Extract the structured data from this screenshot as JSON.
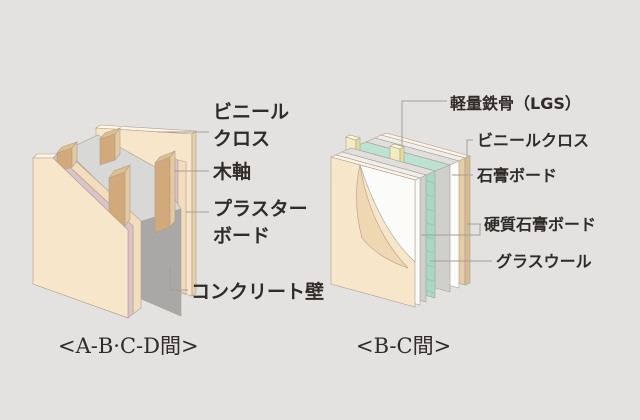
{
  "colors": {
    "background": "#e3e2e0",
    "cream": "#f8e6cb",
    "cream_band": "#f3ddbd",
    "cream_light": "#fdf4e3",
    "cream_dark": "#e9cfa9",
    "pink": "#dcc3c8",
    "wood": "#d2a97b",
    "wood_light": "#e6c99d",
    "wood_top": "#dec08d",
    "gray_board": "#cfcfcd",
    "gray_light": "#e0dfdd",
    "section_gray": "#d8d8d6",
    "concrete": "#a9a8a6",
    "white_board": "#fbfbf9",
    "white_dim": "#efeeec",
    "teal": "#a8d8c4",
    "teal_top": "#bce2d1",
    "teal_dark": "#8ec6ae",
    "lgs": "#f2edc0",
    "lgs_light": "#faf8da",
    "lgs_dark": "#e3dc9e",
    "tan": "#e6cda8",
    "tan_dark": "#d8bb90",
    "flap": "#efd7b2",
    "leader": "#a59d97",
    "text": "#2f2b28"
  },
  "diagram_left": {
    "caption": "<A-B·C-D間>",
    "labels": {
      "vinyl_cloth": {
        "line1": "ビニール",
        "line2": "クロス"
      },
      "wood_frame": {
        "line1": "木軸"
      },
      "plaster_board": {
        "line1": "プラスター",
        "line2": "ボード"
      },
      "concrete_wall": {
        "line1": "コンクリート壁"
      }
    }
  },
  "diagram_right": {
    "caption": "<B-C間>",
    "labels": {
      "lgs": {
        "line1": "軽量鉄骨（LGS）"
      },
      "vinyl_cloth": {
        "line1": "ビニールクロス"
      },
      "gypsum_board": {
        "line1": "石膏ボード"
      },
      "hard_gypsum_board": {
        "line1": "硬質石膏ボード"
      },
      "glass_wool": {
        "line1": "グラスウール"
      }
    }
  }
}
